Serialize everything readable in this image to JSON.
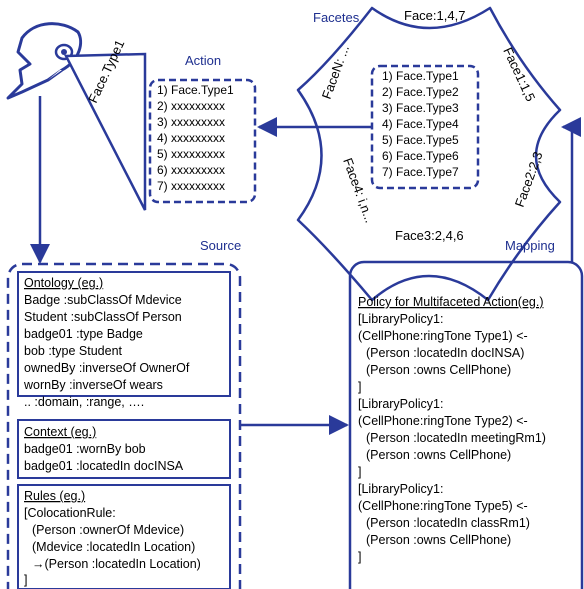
{
  "labels": {
    "action": "Action",
    "facetes": "Facetes",
    "source": "Source",
    "mapping": "Mapping"
  },
  "head_facet_label": "Face.Type1",
  "action_list": [
    "1) Face.Type1",
    "2) xxxxxxxxx",
    "3) xxxxxxxxx",
    "4) xxxxxxxxx",
    "5) xxxxxxxxx",
    "6) xxxxxxxxx",
    "7) xxxxxxxxx"
  ],
  "star": {
    "top": "Face:1,4,7",
    "top_right": "Face1:1,5",
    "right": "Face2:2,3",
    "bottom": "Face3:2,4,6",
    "bottom_left": "Face4: i,n...",
    "top_left": "FaceN: ..."
  },
  "facet_list": [
    "1) Face.Type1",
    "2) Face.Type2",
    "3) Face.Type3",
    "4) Face.Type4",
    "5) Face.Type5",
    "6) Face.Type6",
    "7) Face.Type7"
  ],
  "ontology": {
    "title": "Ontology (eg.)",
    "lines": [
      "Badge :subClassOf  Mdevice",
      "Student :subClassOf Person",
      "badge01 :type Badge",
      "bob :type Student",
      "ownedBy :inverseOf OwnerOf",
      "wornBy :inverseOf wears",
      ".. :domain, :range, …."
    ]
  },
  "context": {
    "title": "Context (eg.)",
    "lines": [
      "badge01 :wornBy bob",
      "badge01 :locatedIn docINSA"
    ]
  },
  "rules": {
    "title": "Rules (eg.)",
    "lines": [
      "[ColocationRule:",
      "(Person :ownerOf Mdevice)",
      "(Mdevice :locatedIn Location)",
      "→(Person :locatedIn Location)",
      "]"
    ]
  },
  "policy": {
    "title": "Policy for Multifaceted Action(eg.)",
    "lines": [
      "[LibraryPolicy1:",
      "(CellPhone:ringTone Type1) <-",
      "(Person :locatedIn docINSA)",
      "(Person :owns CellPhone)",
      "]",
      "[LibraryPolicy1:",
      "(CellPhone:ringTone Type2) <-",
      "(Person :locatedIn meetingRm1)",
      "(Person :owns CellPhone)",
      "]",
      "[LibraryPolicy1:",
      "(CellPhone:ringTone Type5) <-",
      "(Person :locatedIn classRm1)",
      "(Person :owns CellPhone)",
      "]"
    ]
  },
  "colors": {
    "arrow": "#2a3a9a",
    "label": "#1e2f8f"
  }
}
